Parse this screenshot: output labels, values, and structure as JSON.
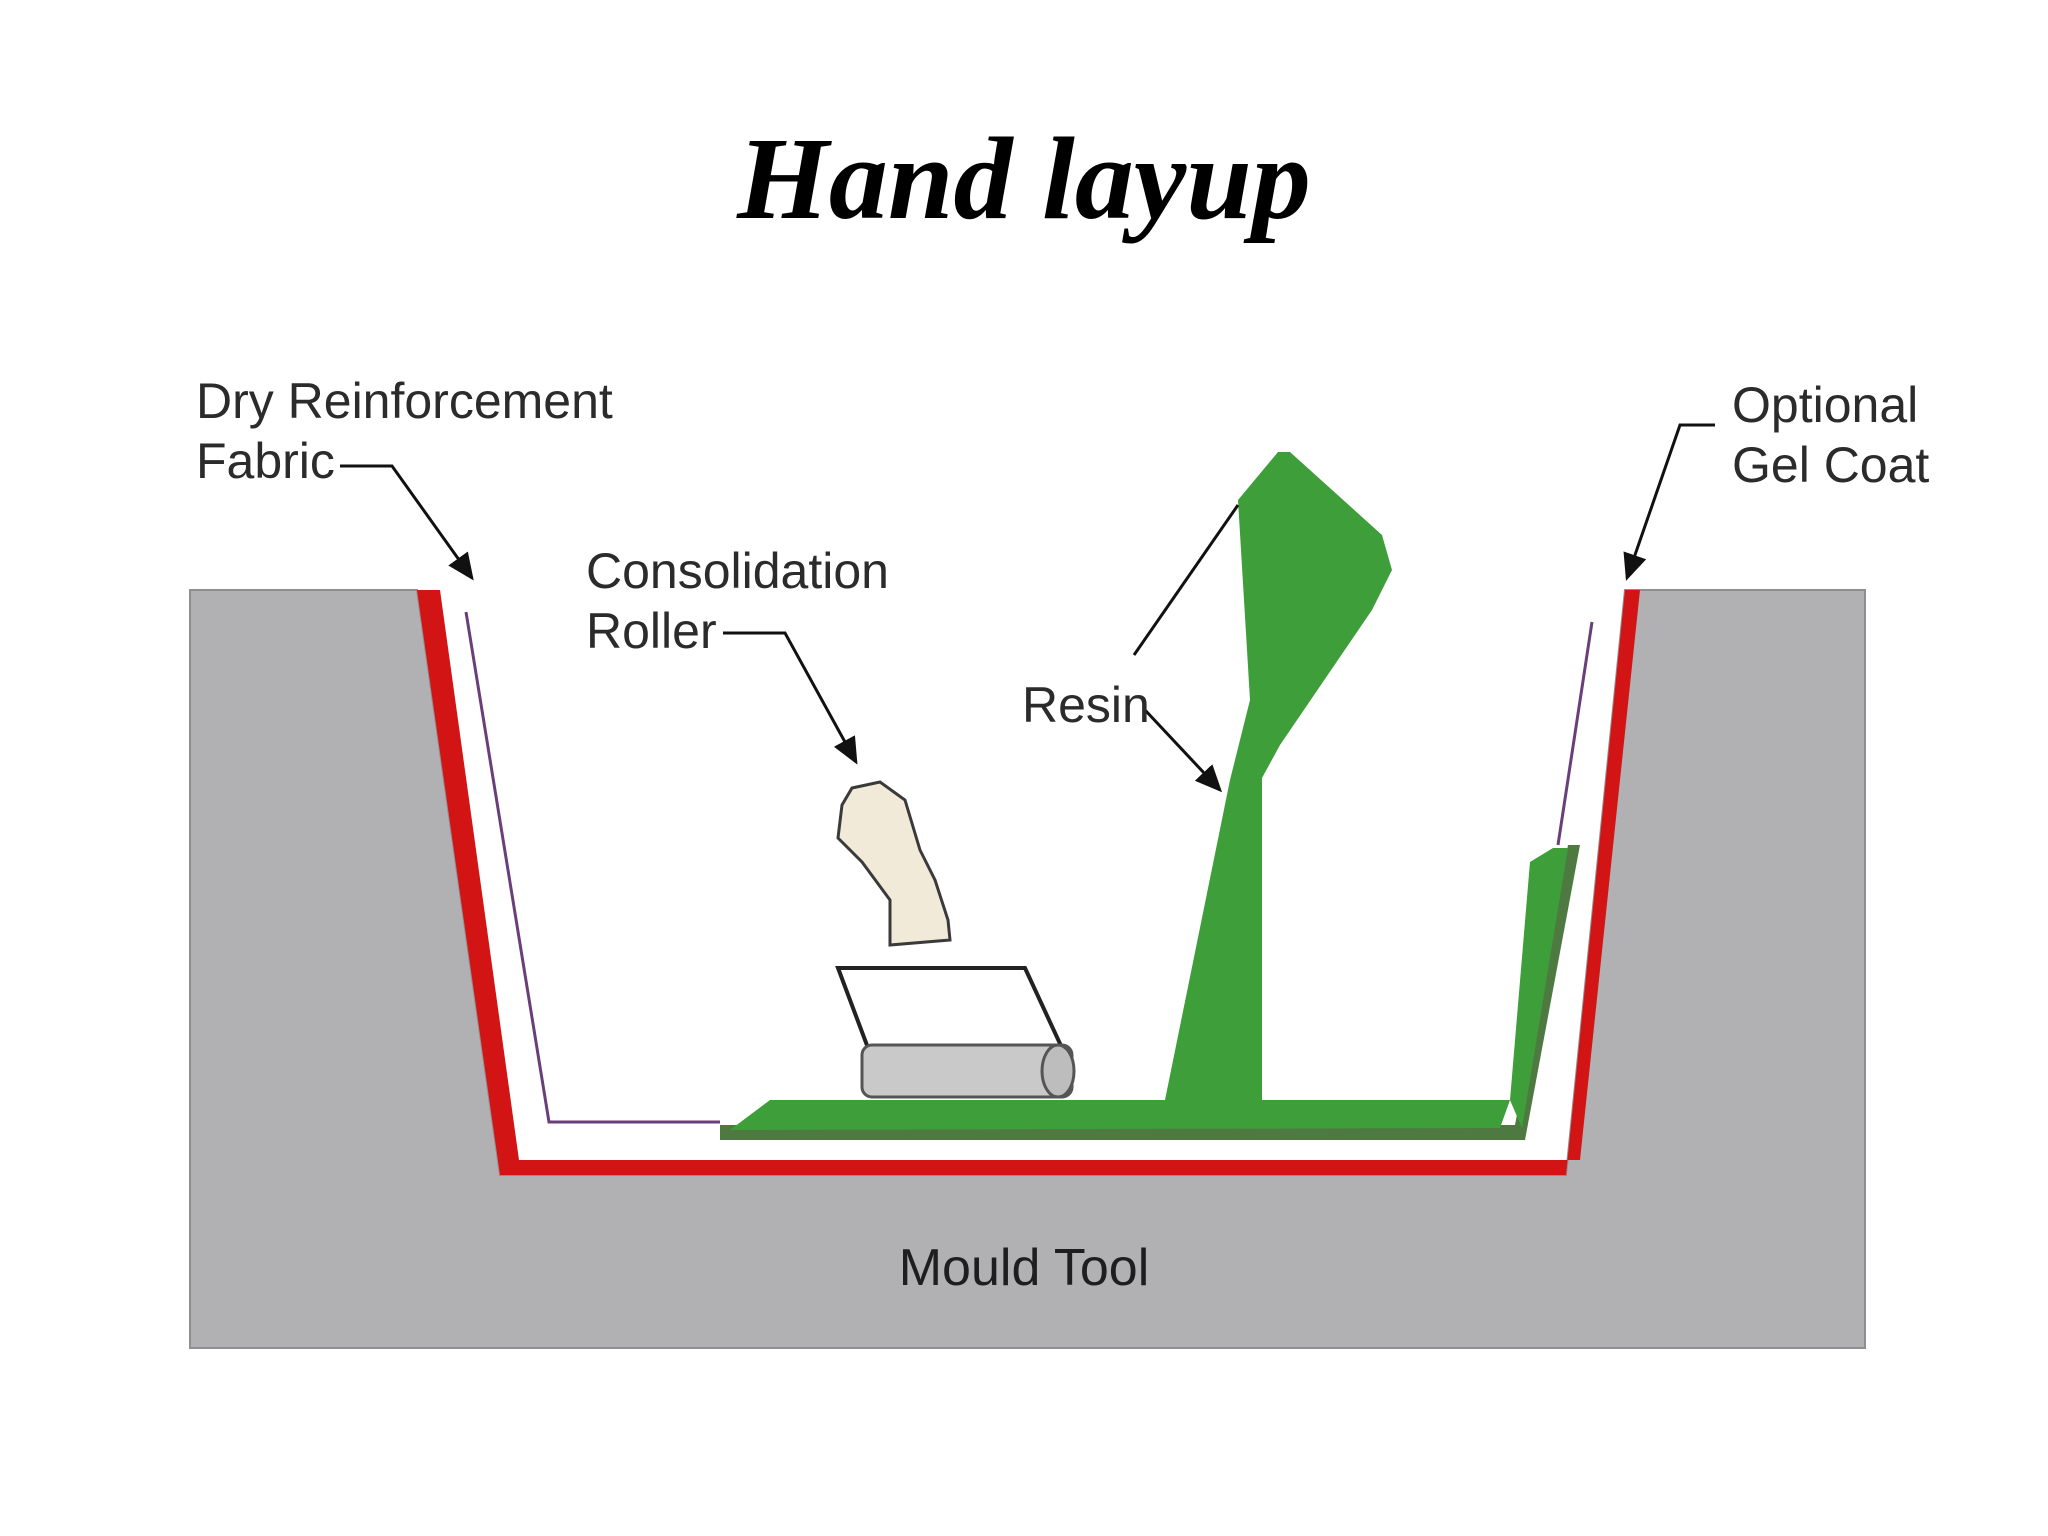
{
  "title": "Hand layup",
  "labels": {
    "dry_fabric_line1": "Dry Reinforcement",
    "dry_fabric_line2": "Fabric",
    "roller_line1": "Consolidation",
    "roller_line2": "Roller",
    "resin": "Resin",
    "gel_coat_line1": "Optional",
    "gel_coat_line2": "Gel Coat",
    "mould_tool": "Mould Tool"
  },
  "colors": {
    "mould": "#b1b1b3",
    "gel_coat": "#d31414",
    "resin": "#3e9e3a",
    "laminate": "#4e7a42",
    "fabric": "#6a3e78",
    "roller": "#c9c9c9",
    "handle": "#f2ead9"
  }
}
